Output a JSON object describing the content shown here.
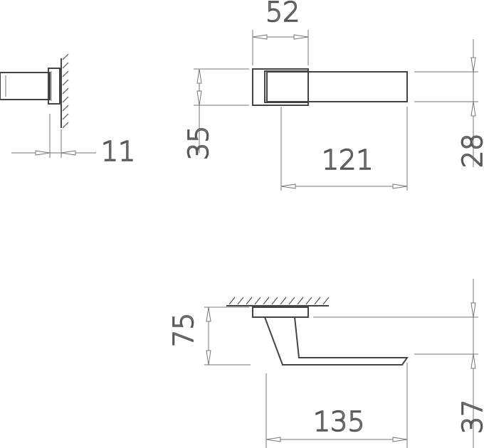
{
  "dimensions": {
    "rose_depth": "11",
    "rose_width": "52",
    "rose_height": "35",
    "lever_length": "121",
    "lever_thickness": "28",
    "projection": "75",
    "side_length": "135",
    "side_depth": "37"
  },
  "colors": {
    "outline": "#444444",
    "dimension_line": "#777777",
    "background": "#ffffff"
  }
}
